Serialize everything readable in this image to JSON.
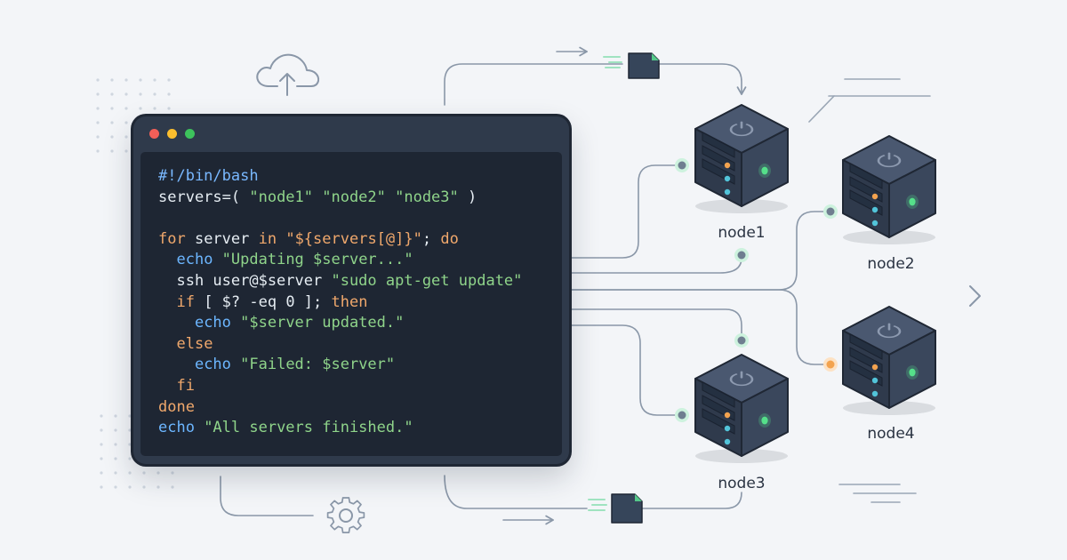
{
  "colors": {
    "background": "#f3f5f8",
    "line": "#8a97a8",
    "terminal_frame": "#2f3a4b",
    "terminal_bg": "#1e2633",
    "server_dark": "#2e3949",
    "led_green": "#55e08a",
    "led_orange": "#f3a34f",
    "syntax_comment": "#79b8ff",
    "syntax_keyword": "#f0a86c",
    "syntax_builtin": "#6cb6ff",
    "syntax_string": "#8fd48a",
    "syntax_plain": "#e6edf3"
  },
  "terminal": {
    "window_dots": [
      "#f25f58",
      "#fbbe2e",
      "#3dc25c"
    ],
    "lines": [
      [
        {
          "t": "#!/bin/bash",
          "c": "comment"
        }
      ],
      [
        {
          "t": "servers=( ",
          "c": "plain"
        },
        {
          "t": "\"node1\" \"node2\" \"node3\"",
          "c": "string"
        },
        {
          "t": " )",
          "c": "plain"
        }
      ],
      [],
      [
        {
          "t": "for",
          "c": "keyword"
        },
        {
          "t": " server ",
          "c": "plain"
        },
        {
          "t": "in",
          "c": "keyword"
        },
        {
          "t": " \"${servers[@]}\"",
          "c": "keyword"
        },
        {
          "t": "; ",
          "c": "plain"
        },
        {
          "t": "do",
          "c": "keyword"
        }
      ],
      [
        {
          "t": "  ",
          "c": "plain"
        },
        {
          "t": "echo",
          "c": "builtin"
        },
        {
          "t": " \"Updating $server...\"",
          "c": "string"
        }
      ],
      [
        {
          "t": "  ssh user@$server ",
          "c": "plain"
        },
        {
          "t": "\"sudo apt-get update\"",
          "c": "string"
        }
      ],
      [
        {
          "t": "  ",
          "c": "plain"
        },
        {
          "t": "if",
          "c": "keyword"
        },
        {
          "t": " [ $? -eq 0 ]; ",
          "c": "plain"
        },
        {
          "t": "then",
          "c": "keyword"
        }
      ],
      [
        {
          "t": "    ",
          "c": "plain"
        },
        {
          "t": "echo",
          "c": "builtin"
        },
        {
          "t": " \"$server updated.\"",
          "c": "string"
        }
      ],
      [
        {
          "t": "  ",
          "c": "plain"
        },
        {
          "t": "else",
          "c": "keyword"
        }
      ],
      [
        {
          "t": "    ",
          "c": "plain"
        },
        {
          "t": "echo",
          "c": "builtin"
        },
        {
          "t": " \"Failed: $server\"",
          "c": "string"
        }
      ],
      [
        {
          "t": "  ",
          "c": "plain"
        },
        {
          "t": "fi",
          "c": "keyword"
        }
      ],
      [
        {
          "t": "done",
          "c": "keyword"
        }
      ],
      [
        {
          "t": "echo",
          "c": "builtin"
        },
        {
          "t": " \"All servers finished.\"",
          "c": "string"
        }
      ]
    ]
  },
  "nodes": [
    {
      "label": "node1",
      "led": "green"
    },
    {
      "label": "node2",
      "led": "green"
    },
    {
      "label": "node3",
      "led": "green"
    },
    {
      "label": "node4",
      "led": "green"
    }
  ],
  "icons": {
    "top": "cloud-upload-icon",
    "bottom": "gear-icon",
    "packets": "file-packet-icon",
    "chevron": "chevron-right-icon"
  }
}
